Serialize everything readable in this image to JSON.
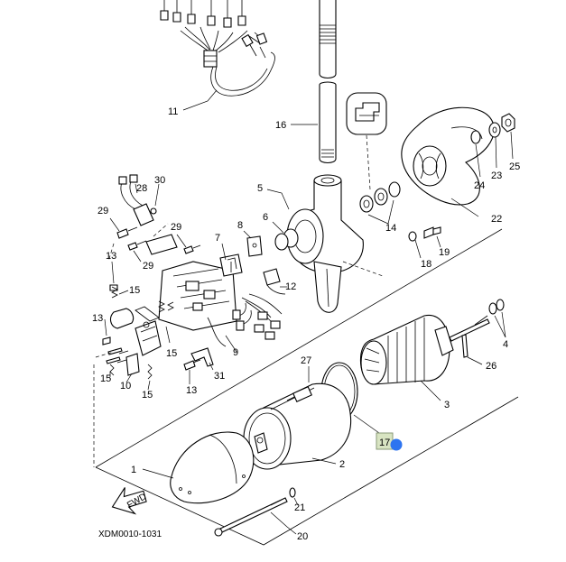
{
  "diagram": {
    "drawing_code": "XDM0010-1031",
    "fwd_label": "FWD",
    "selected_callout": "17",
    "callouts": {
      "c1": "1",
      "c2": "2",
      "c3": "3",
      "c4": "4",
      "c5": "5",
      "c6": "6",
      "c7": "7",
      "c8": "8",
      "c9": "9",
      "c10": "10",
      "c11": "11",
      "c12": "12",
      "c13a": "13",
      "c13b": "13",
      "c13c": "13",
      "c14": "14",
      "c15a": "15",
      "c15b": "15",
      "c15c": "15",
      "c15d": "15",
      "c16": "16",
      "c18": "18",
      "c19": "19",
      "c20": "20",
      "c21": "21",
      "c22": "22",
      "c23": "23",
      "c24": "24",
      "c25": "25",
      "c26": "26",
      "c27": "27",
      "c28": "28",
      "c29a": "29",
      "c29b": "29",
      "c29c": "29",
      "c30": "30",
      "c31": "31"
    },
    "colors": {
      "line": "#000000",
      "marker": "#2d74f0",
      "selected_box": "#d8e4c2"
    }
  }
}
